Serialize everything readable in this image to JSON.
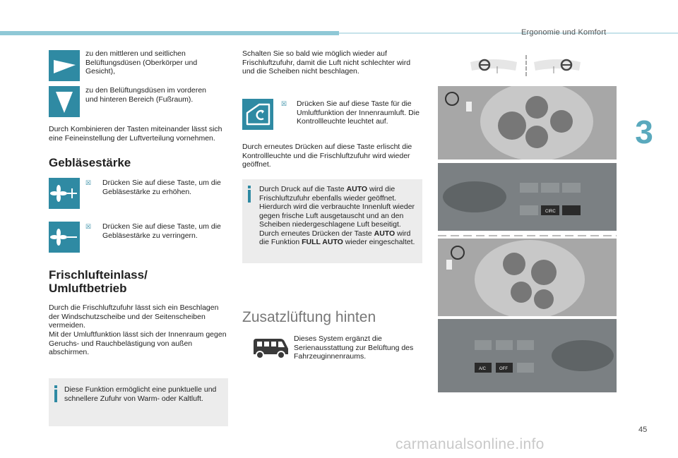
{
  "header": {
    "section": "Ergonomie und Komfort",
    "chapter": "3",
    "page": "45"
  },
  "watermark": "carmanualsonline.info",
  "left": {
    "item1": "zu den mittleren und seitlichen Belüftungsdüsen (Oberkörper und Gesicht),",
    "item2": "zu den Belüftungsdüsen im vorderen und hinteren Bereich (Fußraum).",
    "combine": "Durch Kombinieren der Tasten miteinander lässt sich eine Feineinstellung der Luftverteilung vornehmen.",
    "blower_title": "Gebläsestärke",
    "blower_up": "Drücken Sie auf diese Taste, um die Gebläsestärke zu erhöhen.",
    "blower_down": "Drücken Sie auf diese Taste, um die Gebläsestärke zu verringern.",
    "fresh_title_1": "Frischlufteinlass/",
    "fresh_title_2": "Umluftbetrieb",
    "fresh_text_1": "Durch die Frischluftzufuhr lässt sich ein Beschlagen der Windschutzscheibe und der Seitenscheiben vermeiden.",
    "fresh_text_2": "Mit der Umluftfunktion lässt sich der Innenraum gegen Geruchs- und Rauchbelästigung von außen abschirmen.",
    "info": "Diese Funktion ermöglicht eine punktuelle und schnellere Zufuhr von Warm- oder Kaltluft."
  },
  "middle": {
    "intro": "Schalten Sie so bald wie möglich wieder auf Frischluftzufuhr, damit die Luft nicht schlechter wird und die Scheiben nicht beschlagen.",
    "recirc": "Drücken Sie auf diese Taste für die Umluftfunktion der Innenraumluft. Die Kontrollleuchte leuchtet auf.",
    "again": "Durch erneutes Drücken auf diese Taste erlischt die Kontrollleuchte und die Frischluftzufuhr wird wieder geöffnet.",
    "info_a": "Durch Druck auf die Taste ",
    "info_auto": "AUTO",
    "info_b": " wird die Frischluftzufuhr ebenfalls wieder geöffnet. Hierdurch wird die verbrauchte Innenluft wieder gegen frische Luft ausgetauscht und an den Scheiben niedergeschlagene Luft beseitigt. Durch erneutes Drücken der Taste ",
    "info_auto2": "AUTO",
    "info_c": " wird die Funktion ",
    "info_full": "FULL AUTO",
    "info_d": " wieder eingeschaltet.",
    "rear_title": "Zusatzlüftung hinten",
    "rear_text": "Dieses System ergänzt die Serienausstattung zur Belüftung des Fahrzeuginnenraums."
  },
  "bullet": "",
  "panel_labels": {
    "circ": "CIRC",
    "off": "OFF",
    "auto": "A/C"
  },
  "colors": {
    "accent": "#2f8aa3",
    "bar": "#8fc8d6",
    "infobox": "#ececec"
  }
}
